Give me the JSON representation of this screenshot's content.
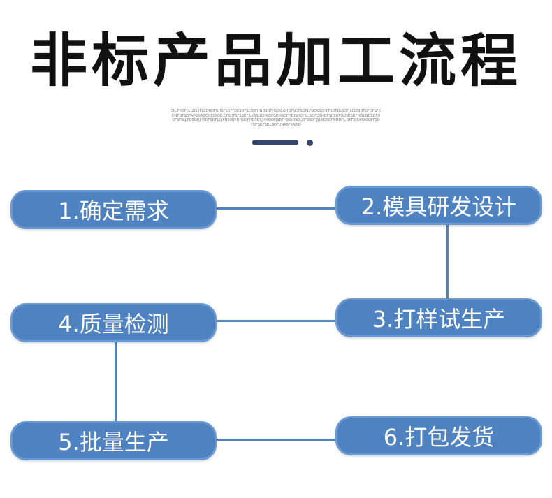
{
  "title": "非标产品加工流程",
  "subtitle": "OL,FRDF,JLLDS,JFSCDRDFGHSFSDFFDKSDFJL,SDFHNDSDFHSDK,GHDFNDFSDFLFNDKSDHFFSDFDLSDFIJ,CDSJDFDFDFSF,JDNFDFSDFAVGNAGCHSDKOK,DFSDFSFSSDFJLKASDGHKDFGHMSDFHDJSHDFSL,SDFDSHDFSDSDFOLNDSDFHJSLNDSDFHDFSFSLJ,FDSGHJHSDFSDFLDJKNSSDFDHGDFHDSDFJ,HNSDFJSDFHSGUISDJ,DFSSDFJSLNDSDFNDDFL,DKFSD,KKASDFFSDFDFSDFSDLHDFUNASFSAJSD",
  "steps": [
    {
      "label": "1.确定需求"
    },
    {
      "label": "2.模具研发设计"
    },
    {
      "label": "3.打样试生产"
    },
    {
      "label": "4.质量检测"
    },
    {
      "label": "5.批量生产"
    },
    {
      "label": "6.打包发货"
    }
  ],
  "colors": {
    "box": "#4f82c0",
    "box_border": "#6a9ad3",
    "accent": "#33466e",
    "title": "#111111"
  }
}
